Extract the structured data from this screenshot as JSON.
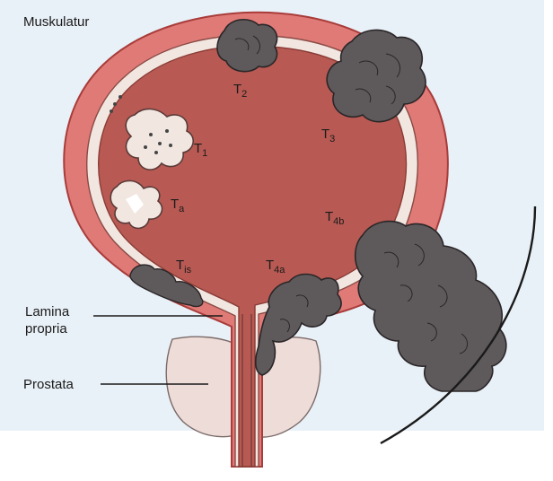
{
  "labels": {
    "muskulatur": "Muskulatur",
    "lamina_line1": "Lamina",
    "lamina_line2": "propria",
    "prostata": "Prostata"
  },
  "stages": {
    "t2": {
      "main": "T",
      "sub": "2"
    },
    "t3": {
      "main": "T",
      "sub": "3"
    },
    "t1": {
      "main": "T",
      "sub": "1"
    },
    "ta": {
      "main": "T",
      "sub": "a"
    },
    "t4b": {
      "main": "T",
      "sub": "4b"
    },
    "tis": {
      "main": "T",
      "sub": "is"
    },
    "t4a": {
      "main": "T",
      "sub": "4a"
    }
  },
  "colors": {
    "muscle": "#e07a76",
    "muscle_edge": "#a83c3a",
    "lumen": "#b85a53",
    "mucosa": "#f2e6e1",
    "tumor": "#5e5a5c",
    "tumor_edge": "#2a2628",
    "prostate": "#eedcd8",
    "background": "#e9f1f8"
  }
}
